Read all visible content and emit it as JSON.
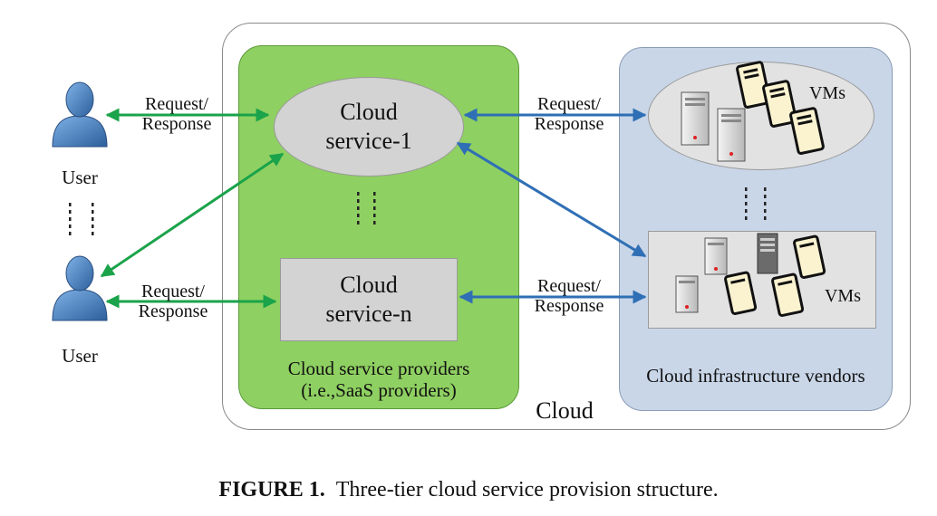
{
  "users": [
    {
      "label": "User"
    },
    {
      "label": "User"
    }
  ],
  "user_links": [
    {
      "line1": "Request/",
      "line2": "Response"
    },
    {
      "line1": "Request/",
      "line2": "Response"
    }
  ],
  "services": [
    {
      "line1": "Cloud",
      "line2": "service-1"
    },
    {
      "line1": "Cloud",
      "line2": "service-n"
    }
  ],
  "vendor_links": [
    {
      "line1": "Request/",
      "line2": "Response"
    },
    {
      "line1": "Request/",
      "line2": "Response"
    }
  ],
  "vm_groups": [
    {
      "label": "VMs"
    },
    {
      "label": "VMs"
    }
  ],
  "providers_panel": {
    "line1": "Cloud service providers",
    "line2": "(i.e.,SaaS providers)"
  },
  "vendors_panel": {
    "label": "Cloud infrastructure vendors"
  },
  "cloud_label": "Cloud",
  "caption": {
    "figure_number": "FIGURE 1.",
    "text": "Three-tier cloud service provision structure."
  },
  "colors": {
    "user_arrow": "#1aa34a",
    "vendor_arrow": "#2f6fb5",
    "providers_fill": "#8fd062",
    "vendors_fill": "#c9d6e8",
    "user_fill": "#4f86c6"
  }
}
